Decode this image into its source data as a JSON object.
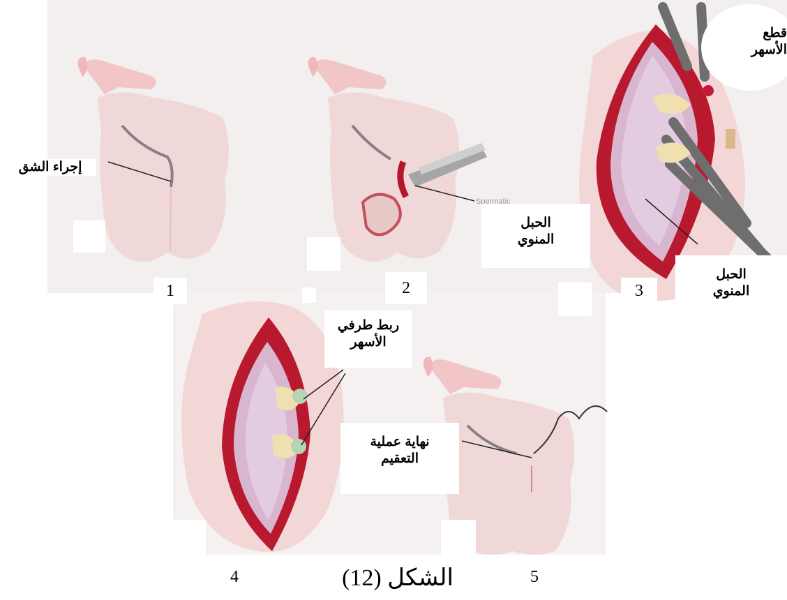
{
  "figure": {
    "caption": "الشكل (12)",
    "steps": [
      {
        "number": "1",
        "label": "إجراء الشق"
      },
      {
        "number": "2",
        "label": "الحبل المنوي",
        "label_line1": "الحبل",
        "label_line2": "المنوي",
        "faint_label": "Spermatic"
      },
      {
        "number": "3",
        "label_top_line1": "قطع",
        "label_top_line2": "الأسهر",
        "label_bottom_line1": "الحبل",
        "label_bottom_line2": "المنوي"
      },
      {
        "number": "4",
        "label_line1": "ربط طرفي",
        "label_line2": "الأسهر"
      },
      {
        "number": "5",
        "label_line1": "نهاية عملية",
        "label_line2": "التعقيم"
      }
    ]
  }
}
